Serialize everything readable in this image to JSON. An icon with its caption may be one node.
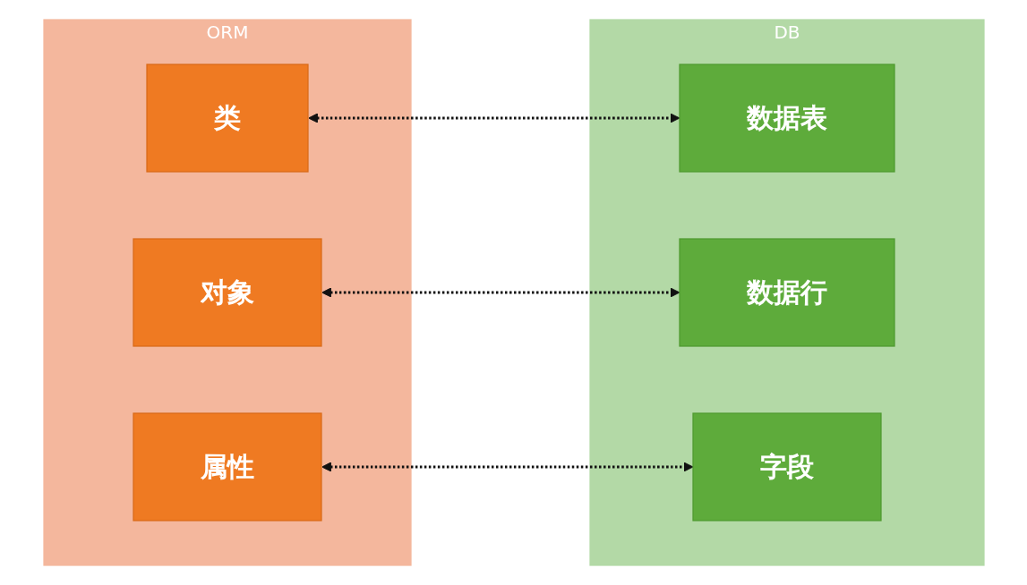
{
  "diagram": {
    "nodes": [
      {
        "text": [
          "ORM"
        ]
      },
      {
        "text": [
          "类"
        ],
        "in": 0
      },
      {
        "text": [
          "对象"
        ],
        "in": 0
      },
      {
        "text": [
          "属性"
        ],
        "in": 0
      },
      {
        "text": [
          "DB"
        ]
      },
      {
        "text": [
          "数据表"
        ],
        "in": 4
      },
      {
        "text": [
          "数据行"
        ],
        "in": 4
      },
      {
        "text": [
          "字段"
        ],
        "in": 4
      }
    ],
    "edges": [
      {
        "from": 1,
        "to": 5,
        "arrow": "both",
        "style": "dashed"
      },
      {
        "from": 2,
        "to": 6,
        "arrow": "both",
        "style": "dashed"
      },
      {
        "from": 3,
        "to": 7,
        "arrow": "both",
        "style": "dashed"
      }
    ]
  }
}
